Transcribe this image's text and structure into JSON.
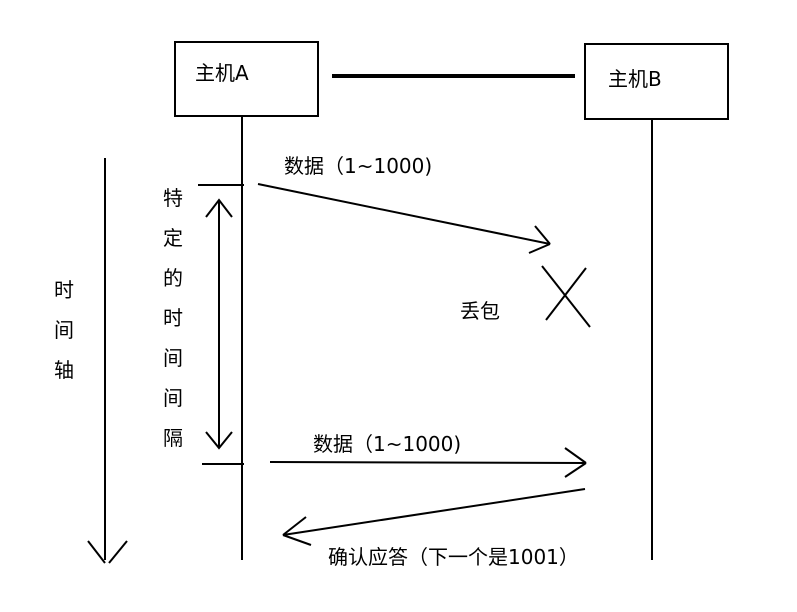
{
  "host_a": {
    "label": "主机A"
  },
  "host_b": {
    "label": "主机B"
  },
  "time_axis": {
    "label": "时间轴"
  },
  "interval": {
    "label": "特定的时间间隔"
  },
  "message_1": {
    "label": "数据（1~1000)"
  },
  "message_2": {
    "label": "数据（1~1000)"
  },
  "packet_loss": {
    "label": "丢包"
  },
  "ack": {
    "label": "确认应答（下一个是1001）"
  }
}
